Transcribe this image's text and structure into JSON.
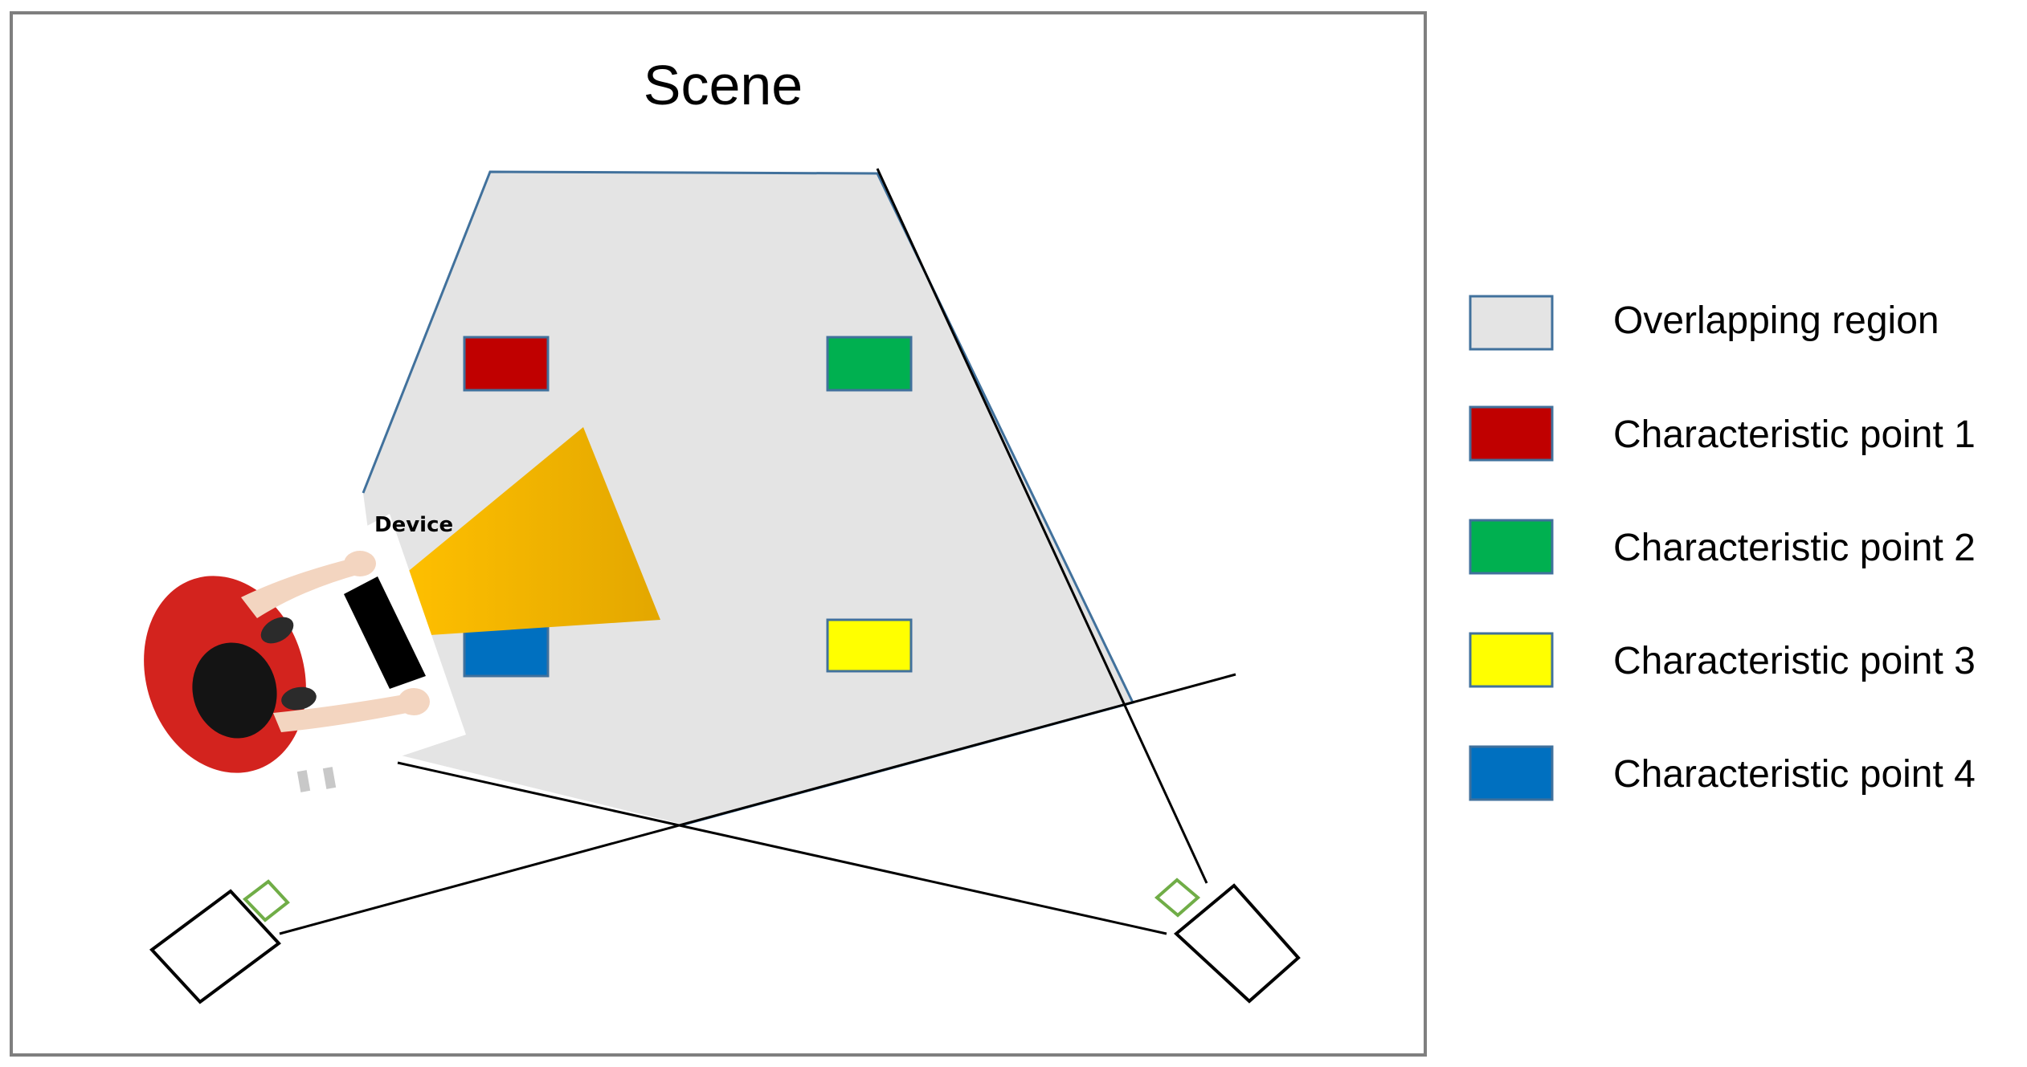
{
  "scene": {
    "title": "Scene"
  },
  "device": {
    "label": "Device"
  },
  "legend": {
    "items": [
      {
        "label": "Overlapping region",
        "color": "#e4e4e4",
        "border": "#41719c"
      },
      {
        "label": "Characteristic point 1",
        "color": "#c00000",
        "border": "#41719c"
      },
      {
        "label": "Characteristic point 2",
        "color": "#00b050",
        "border": "#41719c"
      },
      {
        "label": "Characteristic point 3",
        "color": "#ffff00",
        "border": "#41719c"
      },
      {
        "label": "Characteristic point 4",
        "color": "#0070c0",
        "border": "#41719c"
      }
    ]
  },
  "colors": {
    "overlap_region": "#e4e4e4",
    "overlap_outline": "#41719c",
    "frustum_start": "#ffc000",
    "frustum_end": "#e3a700",
    "shirt": "#d3231e",
    "camera_lens": "#70ad47",
    "frame": "#7f7f7f"
  }
}
